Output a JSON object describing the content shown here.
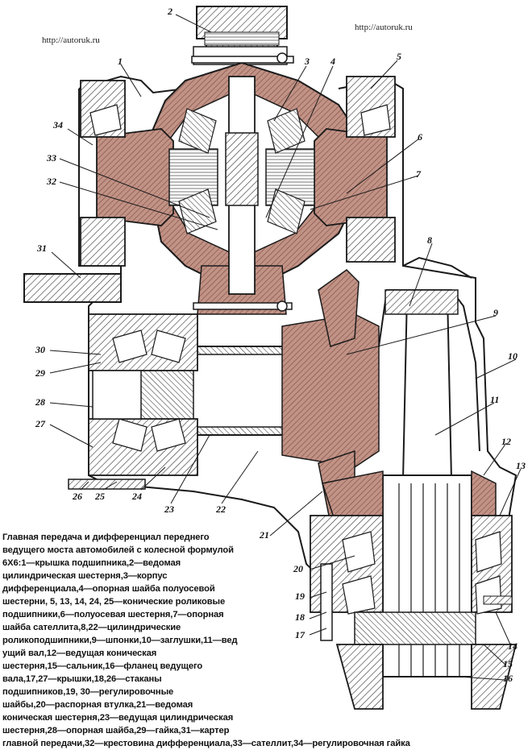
{
  "watermarks": {
    "left": "http://autoruk.ru",
    "right": "http://autoruk.ru"
  },
  "callouts": [
    "1",
    "2",
    "3",
    "4",
    "5",
    "6",
    "7",
    "8",
    "9",
    "10",
    "11",
    "12",
    "13",
    "14",
    "15",
    "16",
    "17",
    "18",
    "19",
    "20",
    "21",
    "22",
    "23",
    "24",
    "25",
    "26",
    "27",
    "28",
    "29",
    "30",
    "31",
    "32",
    "33",
    "34"
  ],
  "caption_lines": [
    "Главная передача и дифференциал переднего",
    "ведущего моста автомобилей с колесной формулой",
    "6Х6:1—крышка подшипника,2—ведомая",
    "цилиндрическая шестерня,3—корпус",
    "дифференциала,4—опорная шайба полуосевой",
    "шестерни, 5, 13, 14, 24, 25—конические роликовые",
    "подшипники,6—полуосевая шестерня,7—опорная",
    "шайба сателлита,8,22—цилиндрические",
    "роликоподшипники,9—шпонки,10—заглушки,11—вед",
    "ущий вал,12—ведущая коническая",
    "шестерня,15—сальник,16—фланец ведущего",
    "вала,17,27—крышки,18,26—стаканы",
    "подшипников,19, 30—регулировочные",
    "шайбы,20—распорная втулка,21—ведомая",
    "коническая шестерня,23—ведущая цилиндрическая",
    "шестерня,28—опорная шайба,29—гайка,31—картер",
    "главной передачи,32—крестовина дифференциала,33—сателлит,34—регулировочная гайка"
  ],
  "colors": {
    "line": "#1a1a1a",
    "section": "#b5877a",
    "section_dark": "#8c5a4c",
    "hatch": "#444444"
  }
}
